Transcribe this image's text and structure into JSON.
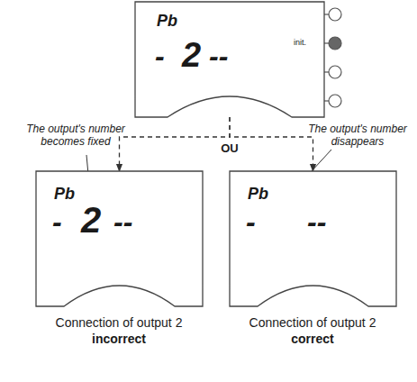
{
  "diagram": {
    "nodes": [
      {
        "text": [
          "Pb",
          "-",
          "2",
          "--"
        ]
      },
      {
        "text": [
          "Pb",
          "-",
          "2",
          "--"
        ]
      },
      {
        "text": [
          "Pb",
          "-",
          "--"
        ]
      }
    ],
    "edges": [
      {
        "from": 0,
        "to": 1,
        "arrow": "to"
      },
      {
        "from": 0,
        "to": 2,
        "arrow": "to"
      }
    ],
    "labels": [
      "init.",
      "OU",
      "The output's number becomes fixed",
      "The output's number disappears",
      "Connection of output 2",
      "incorrect",
      "Connection of output 2",
      "correct"
    ]
  }
}
